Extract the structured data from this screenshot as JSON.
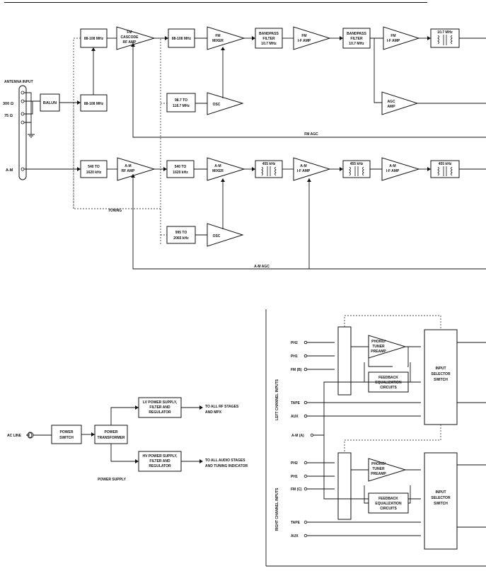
{
  "fm": {
    "band1": "88-108 MHz",
    "cascode": [
      "FM",
      "CASCODE",
      "RF AMP"
    ],
    "band2": "88-108 MHz",
    "mixer": [
      "FM",
      "MIXER"
    ],
    "bpf1": [
      "BANDPASS",
      "FILTER",
      "10.7 MHz"
    ],
    "if1": [
      "FM",
      "I-F AMP"
    ],
    "bpf2": [
      "BANDPASS",
      "FILTER",
      "10.7 MHz"
    ],
    "if2": [
      "FM",
      "I-F AMP"
    ],
    "xfmr": "10.7 MHz",
    "balun": "BALUN",
    "band3": "88-108 MHz",
    "osc_range": [
      "98.7 TO",
      "118.7 MHz"
    ],
    "osc": "OSC",
    "agc_amp": [
      "AGC",
      "AMP"
    ],
    "agc_line": "FM AGC"
  },
  "antenna": {
    "title": "ANTENNA INPUT",
    "ohm300": "300 Ω",
    "ohm75": "75 Ω",
    "am": "A-M"
  },
  "am": {
    "band1": [
      "540 TO",
      "1620 kHz"
    ],
    "rf": [
      "A-M",
      "RF AMP"
    ],
    "band2": [
      "540 TO",
      "1620 kHz"
    ],
    "mixer": [
      "A-M",
      "MIXER"
    ],
    "xfmr1": "455 kHz",
    "if1": [
      "A-M",
      "I-F AMP"
    ],
    "xfmr2": "455 kHz",
    "if2": [
      "A-M",
      "I-F AMP"
    ],
    "xfmr3": "455 kHz",
    "tuning": "TUNING",
    "osc_range": [
      "995 TO",
      "2065 kHz"
    ],
    "osc": "OSC",
    "agc_line": "A-M AGC"
  },
  "power": {
    "ac_line": "AC LINE",
    "switch": [
      "POWER",
      "SWITCH"
    ],
    "transformer": [
      "POWER",
      "TRANSFORMER"
    ],
    "lv": [
      "LV POWER SUPPLY,",
      "FILTER AND",
      "REGULATOR"
    ],
    "hv": [
      "HV POWER SUPPLY,",
      "FILTER AND",
      "REGULATOR"
    ],
    "lv_dest": [
      "TO ALL RF STAGES",
      "AND MPX"
    ],
    "hv_dest": [
      "TO ALL AUDIO STAGES",
      "AND TUNING INDICATOR"
    ],
    "caption": "POWER SUPPLY"
  },
  "inputs": {
    "left_title": "LEFT CHANNEL INPUTS",
    "right_title": "RIGHT CHANNEL INPUTS",
    "left": [
      "PH2",
      "PH1",
      "FM (B)",
      "TAPE",
      "AUX"
    ],
    "right": [
      "PH2",
      "PH1",
      "FM (C)",
      "TAPE",
      "AUX"
    ],
    "am_input": "A-M (A)",
    "preamp": [
      "PHONO/",
      "TUNER",
      "PREAMP"
    ],
    "feedback": [
      "FEEDBACK",
      "EQUALIZATION",
      "CIRCUITS"
    ],
    "selector": [
      "INPUT",
      "SELECTOR",
      "SWITCH"
    ]
  }
}
